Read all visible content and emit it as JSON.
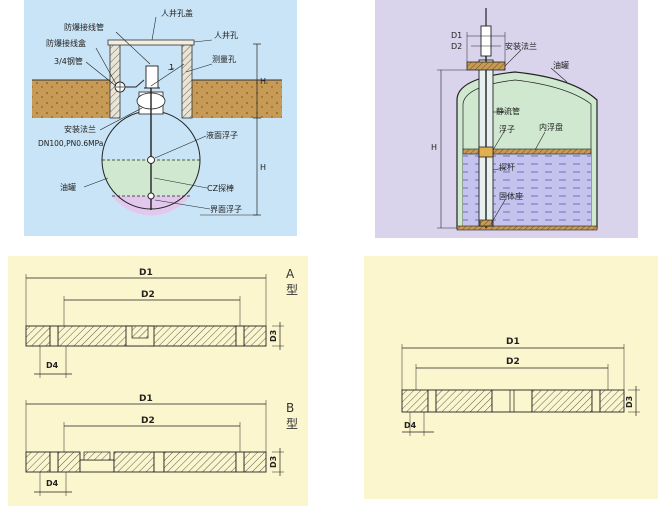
{
  "colors": {
    "sky": "#c9e4f6",
    "lavender": "#d9d4ec",
    "cream": "#fcf6cf",
    "soil": "#c79b55",
    "oil_green": "#cfe8cf",
    "interface_purple": "#e1c8ec",
    "water_blue": "#aab0e8",
    "line": "#1a1a1a"
  },
  "panel_tank_top": {
    "labels": {
      "manhole_cover": "人井孔盖",
      "manhole": "人井孔",
      "explosion_proof_pipe": "防爆接线管",
      "explosion_proof_box": "防爆接线盒",
      "steel_pipe": "3/4钢管",
      "measure_hole": "测量孔",
      "marker_1": "1",
      "mount_flange": "安装法兰",
      "flange_spec": "DN100,PN0.6MPa",
      "oil_float": "液面浮子",
      "oil_tank": "油罐",
      "cz_rod": "CZ探棒",
      "interface_float": "界面浮子",
      "dim_upper": "H",
      "dim_lower": "H"
    }
  },
  "panel_tank_side": {
    "labels": {
      "d1": "D1",
      "d2": "D2",
      "mount_flange": "安装法兰",
      "oil_tank": "油罐",
      "guide_pipe": "静流管",
      "float": "浮子",
      "inner_float_roof": "内浮盘",
      "probe": "探杆",
      "fixed_seat": "固体座",
      "dim_h": "H"
    }
  },
  "panel_flange_ab": {
    "type_a_letter": "A",
    "type_a_word": "型",
    "type_b_letter": "B",
    "type_b_word": "型",
    "a": {
      "d1": "D1",
      "d2": "D2",
      "d3": "D3",
      "d4": "D4"
    },
    "b": {
      "d1": "D1",
      "d2": "D2",
      "d3": "D3",
      "d4": "D4"
    }
  },
  "panel_flange_c": {
    "d1": "D1",
    "d2": "D2",
    "d3": "D3",
    "d4": "D4"
  }
}
